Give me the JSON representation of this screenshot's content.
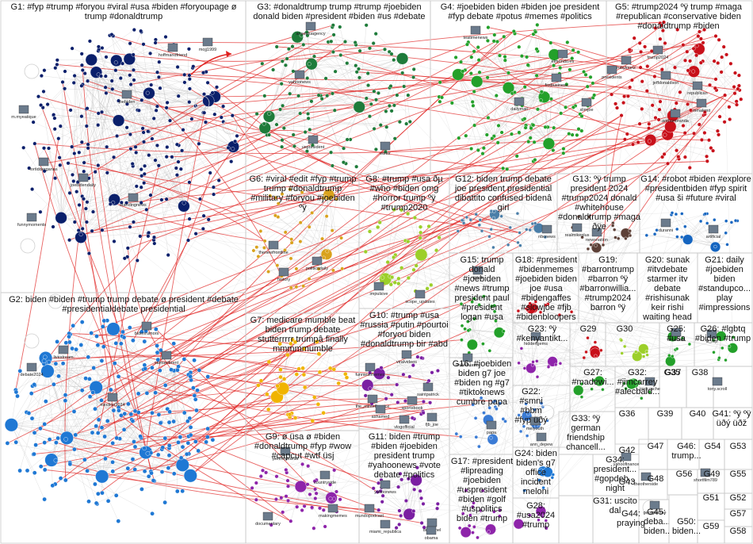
{
  "groups": {
    "g1": "G1: #fyp #trump #foryou #viral #usa #biden #foryoupage ø trump #donaldtrump",
    "g2": "G2: biden #biden #trump trump debate ø president #debate #presidentialdebate presidential",
    "g3": "G3: #donaldtrump trump #trump #joebiden donald biden #president #biden #us #debate",
    "g4": "G4: #joebiden biden #biden joe president #fyp debate #potus #memes #politics",
    "g5": "G5: #trump2024 ºÿ trump #maga #republican #conservative biden #donaldtrump #biden",
    "g6": "G6: #viral #edit #fyp #trump trump #donaldtrump #military #foryou #joebiden ºÿ",
    "g7": "G7: medicare mumble beat biden trump debate stutterrrrr trumpâ finally mmmmmumble",
    "g8": "G8: #trump #usa ðµ #who #biden omg #horror trump ºÿ #trump2020",
    "g9": "G9: ø üsa ø #biden #donaldtrump #fyp #wow #capcut #wtf üsj",
    "g10": "G10: #trump #usa #russia #putin #pourtoi #foryou biden #donaldtrump bir #abd",
    "g11": "G11: biden #trump #biden #joebiden president trump #yahoonews #vote debate #politics",
    "g12": "G12: biden trump debate joe president presidential dibattito confused bidenâ girl",
    "g13": "G13: ºÿ trump president 2024 #trump2024 donald #whitehouse #donaldtrump #maga ðÿe",
    "g14": "G14: #robot #biden #explore #presidentbiden #fyp spirit #usa ši #future #viral",
    "g15": "G15: trump donald #joebiden #news #trump president paul #president logan #usa",
    "g16": "G16: #joebiden biden g7 joe #biden ng #g7 #tiktoknews cumbre papa",
    "g17": "G17: #president #lipreading #joebiden #uspresident #biden #golf #uspolitics biden #trump",
    "g18": "G18: #president #bidenmemes #joebiden biden joe #usa #bidengaffes #slowjoe #fjb #bidenbloopers",
    "g19": "G19: #barrontrump #barron ºÿ #barronwillia... #trump2024 barron ºÿ",
    "g20": "G20: sunak #itvdebate starmer itv debate #rishisunak keir rishi waiting head",
    "g21": "G21: daily #joebiden biden #standupco... play #impressions",
    "g22": "G22: #smni #bbm #fyp üðý",
    "g23": "G23: ºÿ #kenyantikt...",
    "g24": "G24: biden biden's g7 office incident meloni",
    "g25": "G25: #usa",
    "g26": "G26: #lgbtq #biden #trump",
    "g27": "G27: #madewi...",
    "g28": "G28: #usa2024 #trump",
    "g29": "G29",
    "g30": "G30",
    "g31": "G31: uscito dal",
    "g32": "G32: #jimcarrey #alecbald...",
    "g33": "G33: ºÿ german friendship chancell...",
    "g34": "G34: president... #gopdeb... night",
    "g35": "G35",
    "g36": "G36",
    "g37": "G37",
    "g38": "G38",
    "g39": "G39",
    "g40": "G40",
    "g41": "G41: ºÿ ºÿ üðý üðž",
    "g42": "G42",
    "g43": "G43",
    "g44": "G44: praying",
    "g45": "G45: deba... biden...",
    "g46": "G46: trump...",
    "g47": "G47",
    "g48": "G48",
    "g49": "G49",
    "g50": "G50: biden...",
    "g51": "G51",
    "g52": "G52",
    "g53": "G53",
    "g54": "G54",
    "g55": "G55",
    "g56": "G56",
    "g57": "G57",
    "g58": "G58",
    "g59": "G59"
  },
  "colors": {
    "grid_line": "#c9c9c9",
    "edge_gray": "#b8b8b8",
    "edge_red": "#e0201e",
    "g1": "#0a1f6b",
    "g2": "#1f78d4",
    "g3": "#1e7b3a",
    "g4": "#23a02a",
    "g5": "#c8101a",
    "g6": "#d9a21c",
    "g7": "#f0b400",
    "g8": "#9ccf2a",
    "g9": "#8e24aa",
    "g10": "#1a237e",
    "g11": "#7b1fa2",
    "g12": "#4a7ea8",
    "g13": "#5d4037",
    "g14": "#1565c0",
    "other": "#3a7bd5"
  },
  "node_labels": {
    "n1": "hoffmandfriend",
    "n2": "m.myeatique",
    "n3": "mojj1999",
    "n4": "fortidderganas",
    "n5": "funnymoments",
    "n6": "joebidendaily",
    "n7": "standingnews",
    "n8": "anadoluagency",
    "n9": "yahoonews",
    "n10": "uspresident",
    "n11": "editor",
    "n12": "teatimenews",
    "n13": "elmundo.es",
    "n14": "foxbusiness",
    "n15": "dailymail",
    "n16": "trump2024",
    "n17": "republican",
    "n18": "rubylouriz",
    "n19": "thenewfrontline",
    "n20": "history",
    "n21": "politicsdaily",
    "n22": "election2024",
    "n23": "livestream",
    "n24": "bidenrumors",
    "n25": "samuelbrent",
    "n26": "debate2024",
    "n27": "hiddengems",
    "n28": "countryside",
    "n29": "pennsylvania",
    "n30": "documentary",
    "n31": "makingmemes",
    "n32": "yahoonews",
    "n33": "miami_republica",
    "n34": "mundopodcast",
    "n35": "dotfunnel",
    "n36": "obama",
    "n37": "impulsive",
    "n38": "scope_updates",
    "n39": "the_mintelligence",
    "n40": "sportsbook",
    "n41": "viralvideos",
    "n42": "funniestmemes",
    "n43": "ashamed",
    "n44": "fjb_joe",
    "n45": "vlogofficial",
    "n46": "saintpatrick",
    "n47": "realmikeplus",
    "n48": "nbcnews",
    "n49": "newsnation",
    "n50": "tiktok",
    "n51": "unitedstates",
    "n52": "ann_depew",
    "n53": "meiyouth",
    "n54": "papa",
    "n55": "shortfilm789",
    "n56": "theotherside",
    "n57": "georgiamae",
    "n58": "artificial",
    "n59": "jordi.rache",
    "n60": "tony.scroll",
    "n61": "america",
    "n62": "lil_rep",
    "n63": "yahoofinance",
    "n64": "duranni",
    "n65": "jeffdonaldson",
    "n66": "mmakmit",
    "n67": "presidents",
    "n68": "slimjoe",
    "n69": "anthamiranda",
    "n70": "joebiden"
  }
}
